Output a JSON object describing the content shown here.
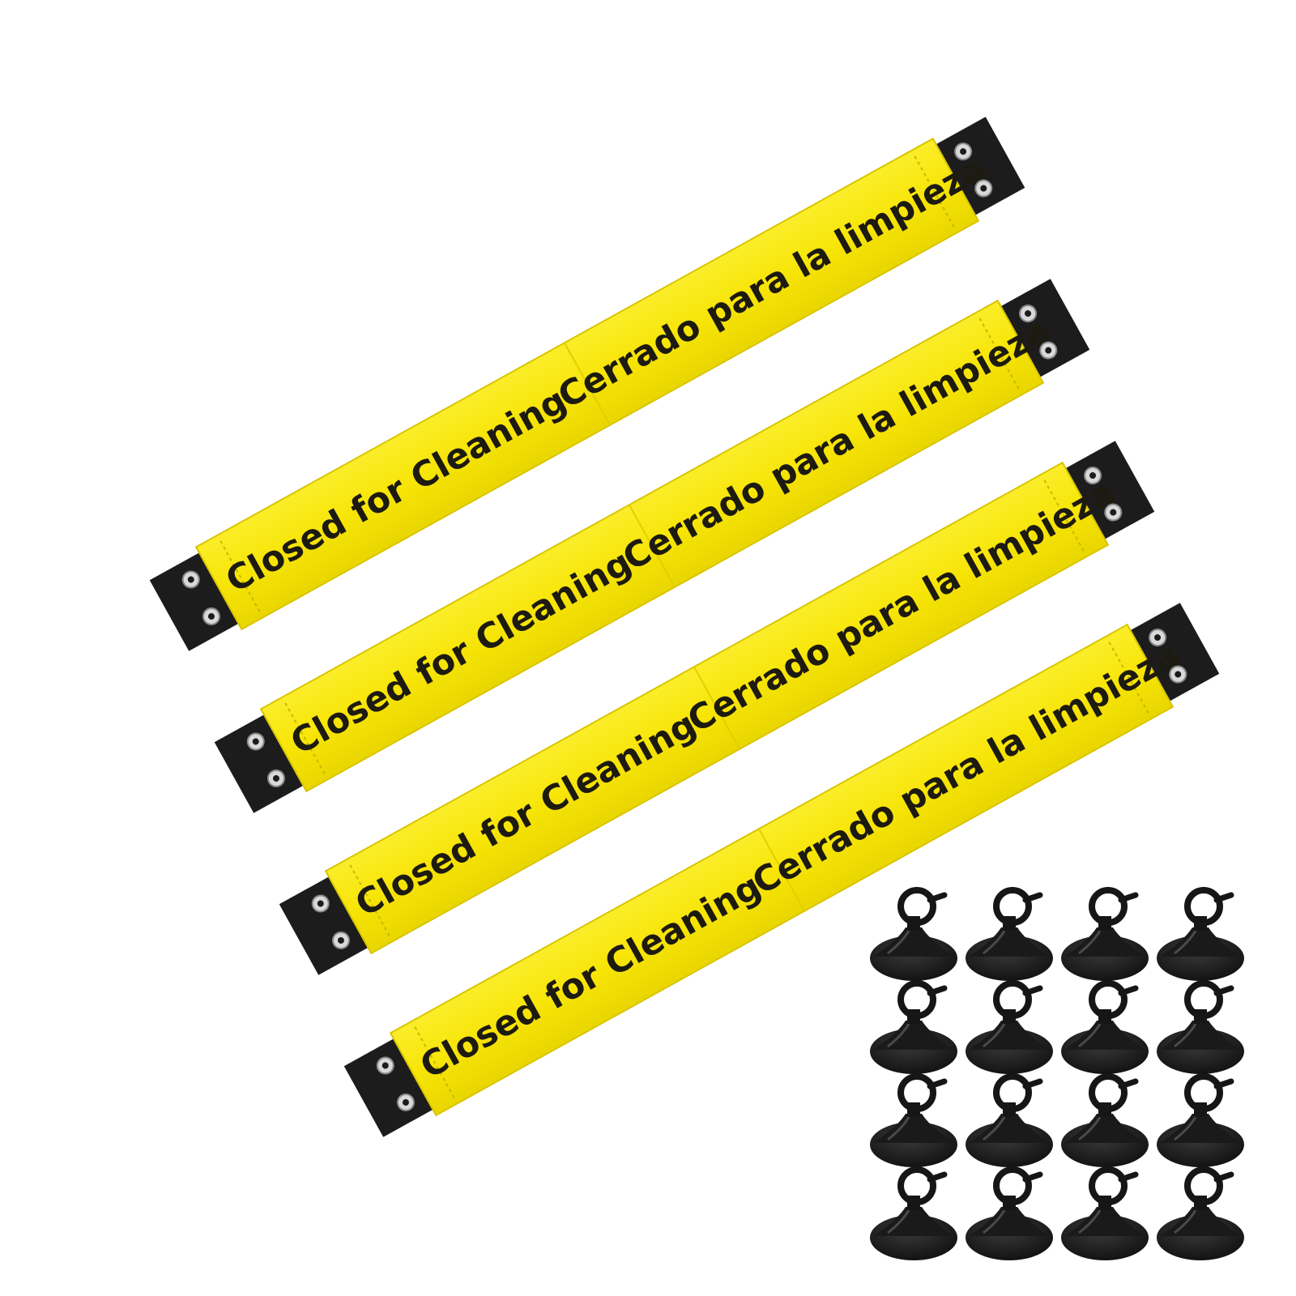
{
  "product": {
    "banner_text_english": "Closed for Cleaning",
    "banner_text_spanish": "Cerrado para la limpieza",
    "banner_count": 4,
    "suction_cup_count": 16,
    "colors": {
      "banner_yellow": "#f7e609",
      "banner_edge": "#d8c500",
      "tab_black": "#1c1c1c",
      "grommet_silver": "#d9d9d9",
      "suction_cup_black": "#161616",
      "background": "#ffffff"
    }
  },
  "banners": [
    {
      "text_en": "Closed for Cleaning",
      "text_es": "Cerrado para la limpieza"
    },
    {
      "text_en": "Closed for Cleaning",
      "text_es": "Cerrado para la limpieza"
    },
    {
      "text_en": "Closed for Cleaning",
      "text_es": "Cerrado para la limpieza"
    },
    {
      "text_en": "Closed for Cleaning",
      "text_es": "Cerrado para la limpieza"
    }
  ]
}
